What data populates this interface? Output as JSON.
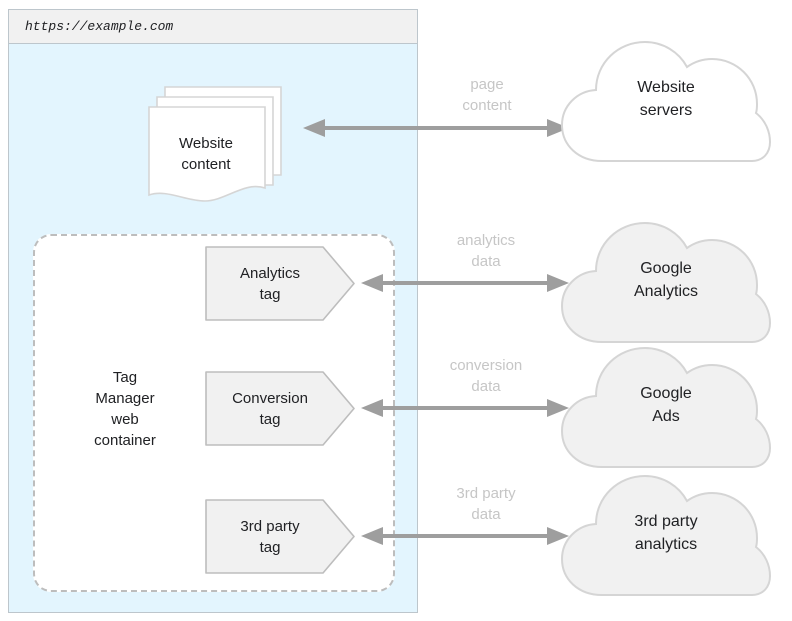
{
  "diagram": {
    "title": "Tag Manager web container data flow",
    "colors": {
      "page_background": "#e3f5fe",
      "url_bar": "#f1f1f1",
      "frame_border": "#bdc6cc",
      "arrow": "#9e9e9e",
      "arrow_label": "#c6c6c6",
      "tag_fill": "#f1f1f1",
      "tag_border": "#bdbdbd",
      "cloud_gray_fill": "#f1f1f1",
      "cloud_white_fill": "#ffffff",
      "cloud_border": "#d5d5d5",
      "dashed_border": "#bdbdbd",
      "text": "#202124"
    },
    "browser": {
      "url": "https://example.com"
    },
    "website_content": {
      "label_line1": "Website",
      "label_line2": "content"
    },
    "container": {
      "label_line1": "Tag",
      "label_line2": "Manager",
      "label_line3": "web",
      "label_line4": "container"
    },
    "tags": [
      {
        "name": "analytics-tag",
        "line1": "Analytics",
        "line2": "tag"
      },
      {
        "name": "conversion-tag",
        "line1": "Conversion",
        "line2": "tag"
      },
      {
        "name": "third-party-tag",
        "line1": "3rd party",
        "line2": "tag"
      }
    ],
    "flows": [
      {
        "name": "page-content-flow",
        "line1": "page",
        "line2": "content"
      },
      {
        "name": "analytics-data-flow",
        "line1": "analytics",
        "line2": "data"
      },
      {
        "name": "conversion-data-flow",
        "line1": "conversion",
        "line2": "data"
      },
      {
        "name": "third-party-data-flow",
        "line1": "3rd party",
        "line2": "data"
      }
    ],
    "clouds": [
      {
        "name": "website-servers",
        "line1": "Website",
        "line2": "servers",
        "fill": "#ffffff"
      },
      {
        "name": "google-analytics",
        "line1": "Google",
        "line2": "Analytics",
        "fill": "#f1f1f1"
      },
      {
        "name": "google-ads",
        "line1": "Google",
        "line2": "Ads",
        "fill": "#f1f1f1"
      },
      {
        "name": "third-party-analytics",
        "line1": "3rd party",
        "line2": "analytics",
        "fill": "#f1f1f1"
      }
    ]
  }
}
